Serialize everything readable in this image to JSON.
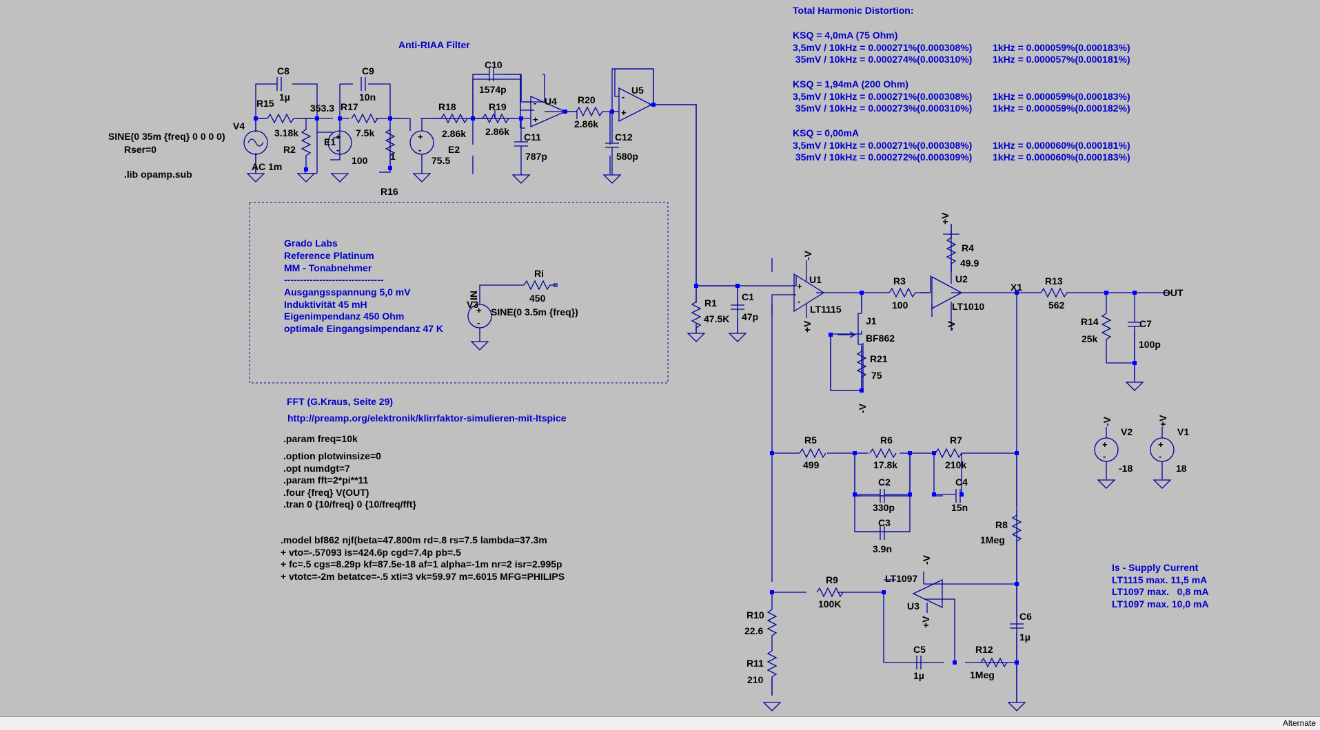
{
  "thd": {
    "title": "Total Harmonic Distortion:",
    "blocks": [
      {
        "header": "KSQ = 4,0mA (75 Ohm)",
        "rows": [
          [
            "3,5mV / 10kHz = 0.000271%(0.000308%)",
            "1kHz = 0.000059%(0.000183%)"
          ],
          [
            " 35mV / 10kHz = 0.000274%(0.000310%)",
            "1kHz = 0.000057%(0.000181%)"
          ]
        ]
      },
      {
        "header": "KSQ = 1,94mA (200 Ohm)",
        "rows": [
          [
            "3,5mV / 10kHz = 0.000271%(0.000308%)",
            "1kHz = 0.000059%(0.000183%)"
          ],
          [
            " 35mV / 10kHz = 0.000273%(0.000310%)",
            "1kHz = 0.000059%(0.000182%)"
          ]
        ]
      },
      {
        "header": "KSQ = 0,00mA",
        "rows": [
          [
            "3,5mV / 10kHz = 0.000271%(0.000308%)",
            "1kHz = 0.000060%(0.000181%)"
          ],
          [
            " 35mV / 10kHz = 0.000272%(0.000309%)",
            "1kHz = 0.000060%(0.000183%)"
          ]
        ]
      }
    ]
  },
  "anti_riaa": {
    "title": "Anti-RIAA Filter",
    "v4_source": "SINE(0 35m {freq} 0 0 0 0)",
    "v4_rser": "Rser=0",
    "v4_ac": "AC 1m",
    "lib": ".lib opamp.sub"
  },
  "cartridge": {
    "lines": [
      "Grado Labs",
      "Reference Platinum",
      "MM - Tonabnehmer",
      "-------------------------------",
      "Ausgangsspannung 5,0 mV",
      "Induktivität 45 mH",
      "Eigenimpendanz 450 Ohm",
      "optimale Eingangsimpendanz 47 K"
    ],
    "v3_source": "SINE(0 3.5m {freq})",
    "in_label": "IN"
  },
  "fft": {
    "title": "FFT (G.Kraus, Seite 29)",
    "url": "http://preamp.org/elektronik/klirrfaktor-simulieren-mit-ltspice",
    "directives": [
      ".param freq=10k",
      "",
      ".option plotwinsize=0",
      ".opt numdgt=7",
      ".param fft=2*pi**11",
      ".four {freq} V(OUT)",
      ".tran 0 {10/freq} 0 {10/freq/fft}"
    ],
    "model": [
      ".model bf862 njf(beta=47.800m rd=.8 rs=7.5 lambda=37.3m",
      "+ vto=-.57093 is=424.6p cgd=7.4p pb=.5",
      "+ fc=.5 cgs=8.29p kf=87.5e-18 af=1 alpha=-1m nr=2 isr=2.995p",
      "+ vtotc=-2m betatce=-.5 xti=3 vk=59.97 m=.6015 MFG=PHILIPS"
    ]
  },
  "supply": {
    "title": "Is - Supply Current",
    "lines": [
      "LT1115 max. 11,5 mA",
      "LT1097 max.   0,8 mA",
      "LT1097 max. 10,0 mA"
    ]
  },
  "components": {
    "C8": [
      "C8",
      "1µ"
    ],
    "R15": [
      "R15",
      "3.18k"
    ],
    "R2": [
      "R2",
      "353.3"
    ],
    "V4": [
      "V4"
    ],
    "C9": [
      "C9",
      "10n"
    ],
    "R17": [
      "R17",
      "7.5k"
    ],
    "E1": [
      "E1",
      "100"
    ],
    "R16": [
      "R16",
      "1"
    ],
    "E2": [
      "E2",
      "75.5"
    ],
    "R18": [
      "R18",
      "2.86k"
    ],
    "C10": [
      "C10",
      "1574p"
    ],
    "R19": [
      "R19",
      "2.86k"
    ],
    "C11": [
      "C11",
      "787p"
    ],
    "U4": [
      "U4"
    ],
    "R20": [
      "R20",
      "2.86k"
    ],
    "C12": [
      "C12",
      "580p"
    ],
    "U5": [
      "U5"
    ],
    "Ri": [
      "Ri",
      "450"
    ],
    "V3": [
      "V3"
    ],
    "R1": [
      "R1",
      "47.5K"
    ],
    "C1": [
      "C1",
      "47p"
    ],
    "U1": [
      "U1",
      "LT1115"
    ],
    "J1": [
      "J1",
      "BF862"
    ],
    "R21": [
      "R21",
      "75"
    ],
    "R3": [
      "R3",
      "100"
    ],
    "R4": [
      "R4",
      "49.9"
    ],
    "U2": [
      "U2",
      "LT1010"
    ],
    "X1": [
      "X1"
    ],
    "R13": [
      "R13",
      "562"
    ],
    "R14": [
      "R14",
      "25k"
    ],
    "C7": [
      "C7",
      "100p"
    ],
    "OUT": [
      "OUT"
    ],
    "R5": [
      "R5",
      "499"
    ],
    "R6": [
      "R6",
      "17.8k"
    ],
    "R7": [
      "R7",
      "210k"
    ],
    "C2": [
      "C2",
      "330p"
    ],
    "C4": [
      "C4",
      "15n"
    ],
    "C3": [
      "C3",
      "3.9n"
    ],
    "R8": [
      "R8",
      "1Meg"
    ],
    "R9": [
      "R9",
      "100K"
    ],
    "U3": [
      "U3",
      "LT1097"
    ],
    "R10": [
      "R10",
      "22.6"
    ],
    "R11": [
      "R11",
      "210"
    ],
    "C5": [
      "C5",
      "1µ"
    ],
    "R12": [
      "R12",
      "1Meg"
    ],
    "C6": [
      "C6",
      "1µ"
    ],
    "V2": [
      "V2",
      "-18"
    ],
    "V1": [
      "V1",
      "18"
    ]
  },
  "rails": {
    "pos": "+V",
    "neg": "-V"
  },
  "status": "Alternate"
}
